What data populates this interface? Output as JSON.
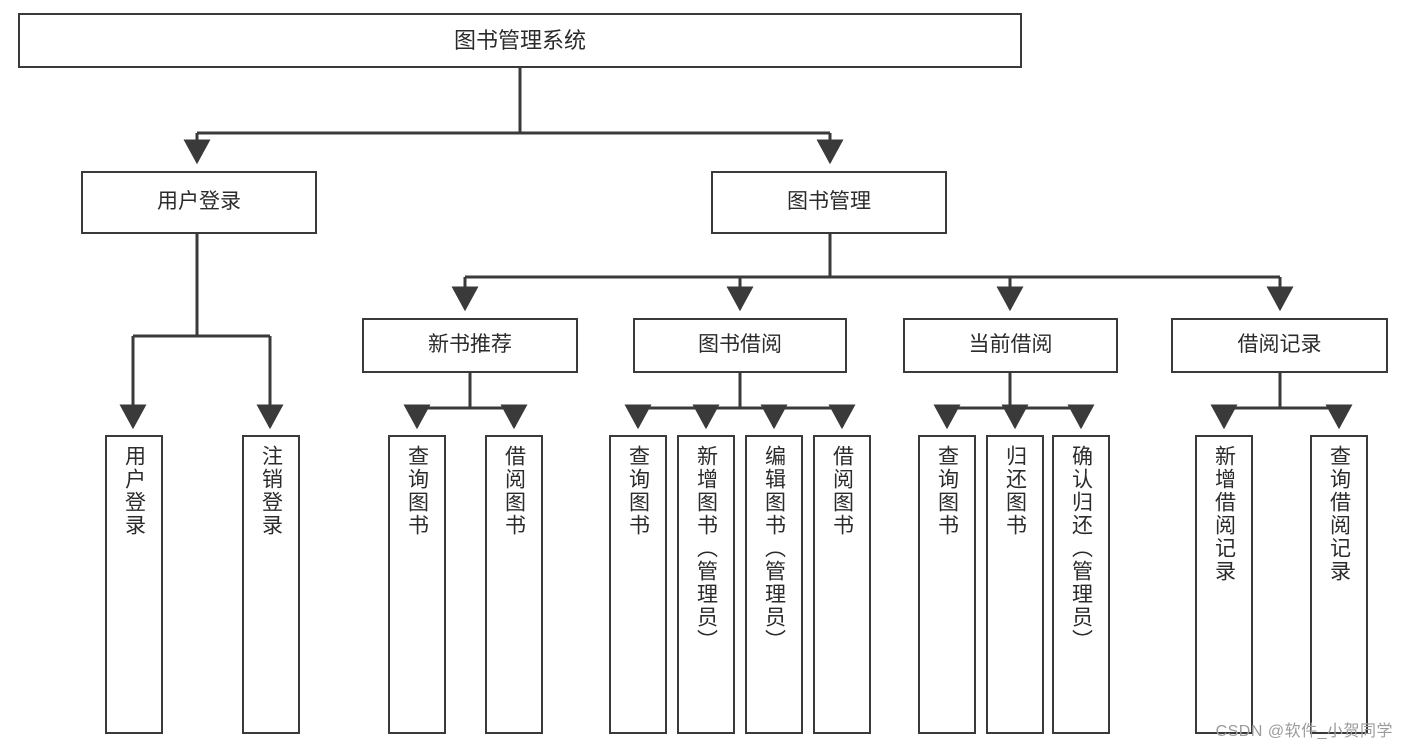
{
  "diagram": {
    "title": "图书管理系统",
    "watermark": "CSDN @软件_小贺同学",
    "line_color": "#3a3a3a",
    "box_border_color": "#3a3a3a",
    "text_color": "#2b2b2b",
    "background": "#ffffff",
    "root": {
      "label": "图书管理系统"
    },
    "level1": [
      {
        "label": "用户登录"
      },
      {
        "label": "图书管理"
      }
    ],
    "level2": [
      {
        "label": "新书推荐"
      },
      {
        "label": "图书借阅"
      },
      {
        "label": "当前借阅"
      },
      {
        "label": "借阅记录"
      }
    ],
    "leaves": {
      "user_login": [
        {
          "label": "用户登录"
        },
        {
          "label": "注销登录"
        }
      ],
      "new_book_recommend": [
        {
          "label": "查询图书"
        },
        {
          "label": "借阅图书"
        }
      ],
      "book_borrow": [
        {
          "label": "查询图书"
        },
        {
          "label": "新增图书（管理员）"
        },
        {
          "label": "编辑图书（管理员）"
        },
        {
          "label": "借阅图书"
        }
      ],
      "current_borrow": [
        {
          "label": "查询图书"
        },
        {
          "label": "归还图书"
        },
        {
          "label": "确认归还（管理员）"
        }
      ],
      "borrow_record": [
        {
          "label": "新增借阅记录"
        },
        {
          "label": "查询借阅记录"
        }
      ]
    }
  }
}
